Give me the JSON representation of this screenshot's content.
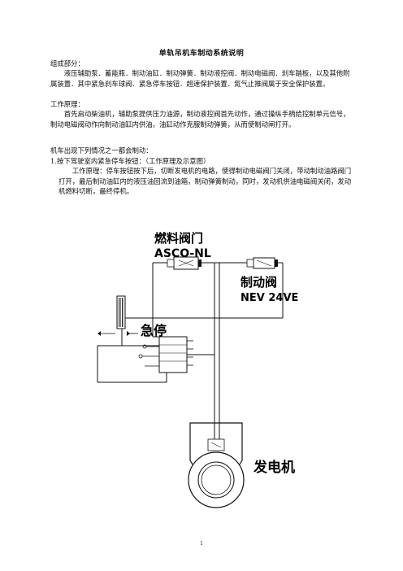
{
  "title": "单轨吊机车制动系统说明",
  "sections": {
    "composition_heading": "组成部分：",
    "composition_body": "液压辅助泵．蓄能瓶．制动油缸．制动弹簧．制动液控阀．制动电磁阀．刹车踏板，以及其他附属装置．其中紧急刹车球阀．紧急停车按钮．超速保护装置．氮气止推阀属于安全保护装置。",
    "principle_heading": "工作原理：",
    "principle_body": "首先启动柴油机，辅助泵提供压力油源，制动液控阀首先动作，通过操纵手柄给控制单元信号，制动电磁阀动作向制动油缸内供油，油缸动作克服制动弹簧，从而使制动闸打开。",
    "situations_heading": "机车出现下列情况之一都会制动：",
    "item1_heading": "1.按下驾驶室内紧急停车按钮：（工作原理及示意图）",
    "item1_body": "工作原理：停车按钮按下后，切断发电机的电路，使得制动电磁阀门关闭，带动制动油路阀门打开，最后制动油缸内的液压油回流到油箱，制动弹簧制动，同时，发动机供油电磁阀关闭，发动机燃料切断，最终停机。"
  },
  "diagram": {
    "fuel_valve_label": "燃料阀门",
    "fuel_valve_model": "ASCO-NL",
    "brake_valve_label": "制动阀",
    "brake_valve_model": "NEV 24VE",
    "estop_label": "急停",
    "generator_label": "发电机"
  },
  "page_number": "1"
}
